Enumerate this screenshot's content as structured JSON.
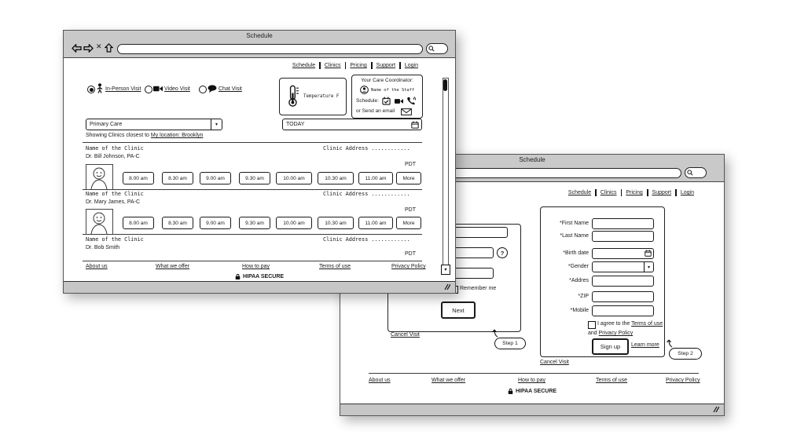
{
  "icons": {
    "chevron_down": "▾",
    "close": "✕",
    "scroll_down": "▼"
  },
  "win1": {
    "title": "Schedule",
    "nav": [
      "Schedule",
      "Clinics",
      "Pricing",
      "Support",
      "Login"
    ],
    "visits": {
      "inperson": "In-Person Visit",
      "video": "Video Visit",
      "chat": "Chat Visit"
    },
    "temperature_label": "Temperature F",
    "coordinator": {
      "title": "Your Care Coordinator:",
      "staff": "Name of the Staff",
      "schedule_label": "Schedule:",
      "email_label": "or Send an email"
    },
    "specialty": "Primary Care",
    "date": "TODAY",
    "showing_prefix": "Showing Clinics closest to",
    "location_link": "My location: Brooklyn",
    "address": "Clinic Address ............",
    "tz": "PDT",
    "times": [
      "8.00 am",
      "8.30 am",
      "9.00 am",
      "9.30 am",
      "10.00 am",
      "10.30 am",
      "11.00 am"
    ],
    "more": "More",
    "clinics": [
      {
        "name": "Name of the Clinic",
        "doctor": "Dr. Bill Johnson, PA-C"
      },
      {
        "name": "Name of the Clinic",
        "doctor": "Dr. Mary James, PA-C"
      },
      {
        "name": "Name of the Clinic",
        "doctor": "Dr. Bob Smith"
      }
    ],
    "footer": [
      "About us",
      "What we offer",
      "How to pay",
      "Terms of use",
      "Privacy Policy"
    ],
    "secure": "HIPAA SECURE"
  },
  "win2": {
    "title": "Schedule",
    "nav": [
      "Schedule",
      "Clinics",
      "Pricing",
      "Support",
      "Login"
    ],
    "step1": {
      "help": "?",
      "remember": "Remember me",
      "next": "Next",
      "cancel": "Cancel Visit",
      "step": "Step 1"
    },
    "step2": {
      "labels": [
        "*First Name",
        "*Last Name",
        "*Birth date",
        "*Gender",
        "*Addres",
        "*ZIP",
        "*Mobile"
      ],
      "agree_prefix": "I agree to the",
      "terms_link": "Terms of use",
      "agree_mid": "and",
      "privacy_link": "Privacy Policy",
      "signup": "Sign up",
      "learn": "Learn more",
      "step": "Step 2",
      "cancel": "Cancel Visit"
    },
    "footer": [
      "About us",
      "What we offer",
      "How to pay",
      "Terms of use",
      "Privacy Policy"
    ],
    "secure": "HIPAA SECURE"
  }
}
